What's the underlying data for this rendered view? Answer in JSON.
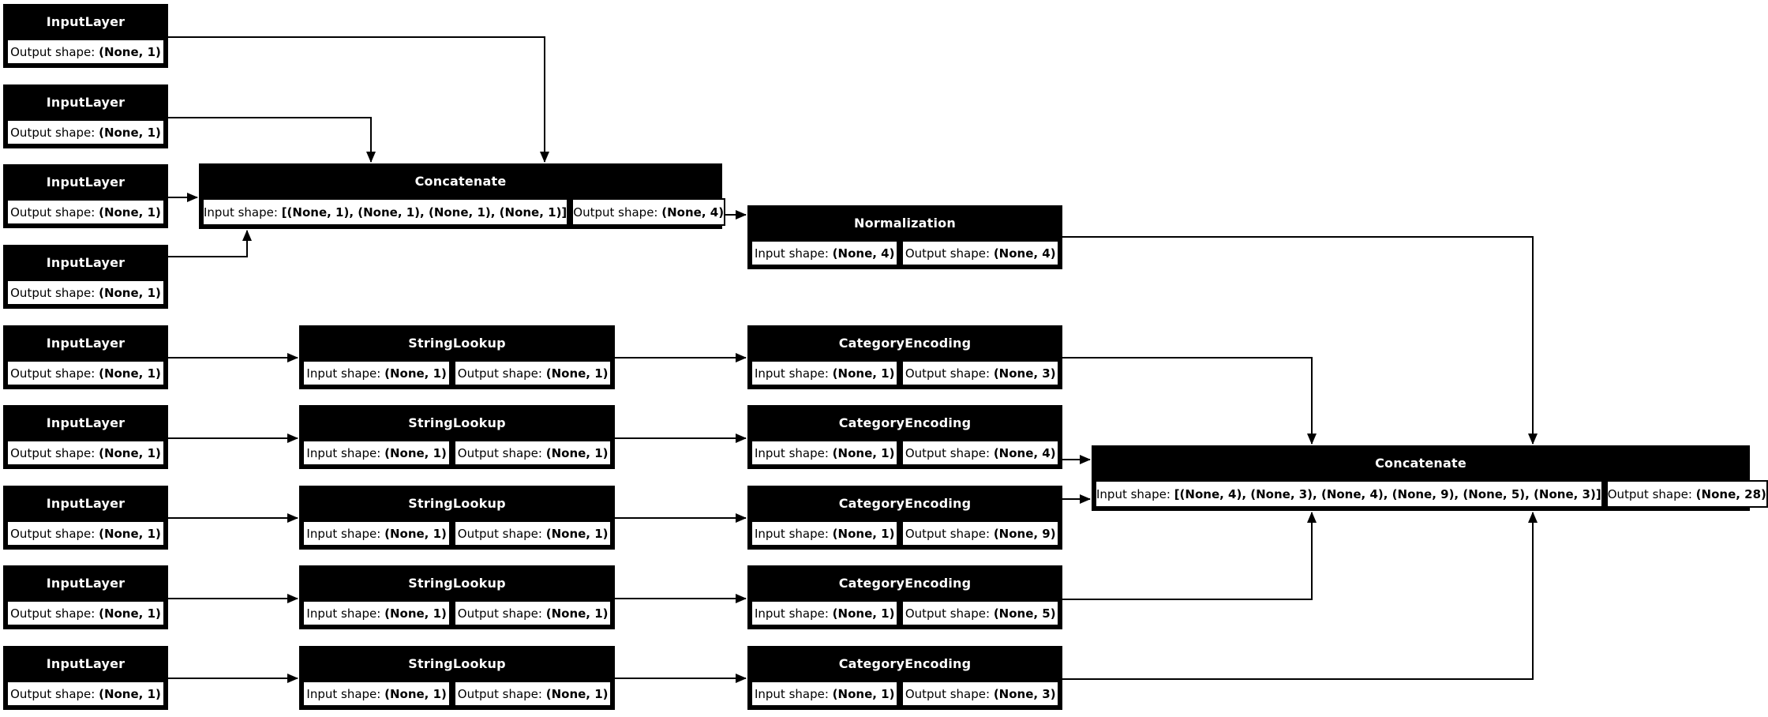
{
  "colors": {
    "background": "#ffffff",
    "node_border": "#000000",
    "title_bg": "#000000",
    "title_text": "#ffffff",
    "cell_bg": "#ffffff",
    "cell_text": "#000000",
    "edge": "#000000"
  },
  "nodes": {
    "il1": {
      "title": "InputLayer",
      "cells": [
        {
          "label": "Output shape: ",
          "value": "(None, 1)"
        }
      ]
    },
    "il2": {
      "title": "InputLayer",
      "cells": [
        {
          "label": "Output shape: ",
          "value": "(None, 1)"
        }
      ]
    },
    "il3": {
      "title": "InputLayer",
      "cells": [
        {
          "label": "Output shape: ",
          "value": "(None, 1)"
        }
      ]
    },
    "il4": {
      "title": "InputLayer",
      "cells": [
        {
          "label": "Output shape: ",
          "value": "(None, 1)"
        }
      ]
    },
    "il5": {
      "title": "InputLayer",
      "cells": [
        {
          "label": "Output shape: ",
          "value": "(None, 1)"
        }
      ]
    },
    "il6": {
      "title": "InputLayer",
      "cells": [
        {
          "label": "Output shape: ",
          "value": "(None, 1)"
        }
      ]
    },
    "il7": {
      "title": "InputLayer",
      "cells": [
        {
          "label": "Output shape: ",
          "value": "(None, 1)"
        }
      ]
    },
    "il8": {
      "title": "InputLayer",
      "cells": [
        {
          "label": "Output shape: ",
          "value": "(None, 1)"
        }
      ]
    },
    "il9": {
      "title": "InputLayer",
      "cells": [
        {
          "label": "Output shape: ",
          "value": "(None, 1)"
        }
      ]
    },
    "concat1": {
      "title": "Concatenate",
      "cells": [
        {
          "label": "Input shape: ",
          "value": "[(None, 1), (None, 1), (None, 1), (None, 1)]"
        },
        {
          "label": "Output shape: ",
          "value": "(None, 4)"
        }
      ]
    },
    "norm": {
      "title": "Normalization",
      "cells": [
        {
          "label": "Input shape: ",
          "value": "(None, 4)"
        },
        {
          "label": "Output shape: ",
          "value": "(None, 4)"
        }
      ]
    },
    "sl5": {
      "title": "StringLookup",
      "cells": [
        {
          "label": "Input shape: ",
          "value": "(None, 1)"
        },
        {
          "label": "Output shape: ",
          "value": "(None, 1)"
        }
      ]
    },
    "sl6": {
      "title": "StringLookup",
      "cells": [
        {
          "label": "Input shape: ",
          "value": "(None, 1)"
        },
        {
          "label": "Output shape: ",
          "value": "(None, 1)"
        }
      ]
    },
    "sl7": {
      "title": "StringLookup",
      "cells": [
        {
          "label": "Input shape: ",
          "value": "(None, 1)"
        },
        {
          "label": "Output shape: ",
          "value": "(None, 1)"
        }
      ]
    },
    "sl8": {
      "title": "StringLookup",
      "cells": [
        {
          "label": "Input shape: ",
          "value": "(None, 1)"
        },
        {
          "label": "Output shape: ",
          "value": "(None, 1)"
        }
      ]
    },
    "sl9": {
      "title": "StringLookup",
      "cells": [
        {
          "label": "Input shape: ",
          "value": "(None, 1)"
        },
        {
          "label": "Output shape: ",
          "value": "(None, 1)"
        }
      ]
    },
    "ce5": {
      "title": "CategoryEncoding",
      "cells": [
        {
          "label": "Input shape: ",
          "value": "(None, 1)"
        },
        {
          "label": "Output shape: ",
          "value": "(None, 3)"
        }
      ]
    },
    "ce6": {
      "title": "CategoryEncoding",
      "cells": [
        {
          "label": "Input shape: ",
          "value": "(None, 1)"
        },
        {
          "label": "Output shape: ",
          "value": "(None, 4)"
        }
      ]
    },
    "ce7": {
      "title": "CategoryEncoding",
      "cells": [
        {
          "label": "Input shape: ",
          "value": "(None, 1)"
        },
        {
          "label": "Output shape: ",
          "value": "(None, 9)"
        }
      ]
    },
    "ce8": {
      "title": "CategoryEncoding",
      "cells": [
        {
          "label": "Input shape: ",
          "value": "(None, 1)"
        },
        {
          "label": "Output shape: ",
          "value": "(None, 5)"
        }
      ]
    },
    "ce9": {
      "title": "CategoryEncoding",
      "cells": [
        {
          "label": "Input shape: ",
          "value": "(None, 1)"
        },
        {
          "label": "Output shape: ",
          "value": "(None, 3)"
        }
      ]
    },
    "concat2": {
      "title": "Concatenate",
      "cells": [
        {
          "label": "Input shape: ",
          "value": "[(None, 4), (None, 3), (None, 4), (None, 9), (None, 5), (None, 3)]"
        },
        {
          "label": "Output shape: ",
          "value": "(None, 28)"
        }
      ]
    }
  },
  "edges": [
    {
      "from": "il1",
      "to": "concat1"
    },
    {
      "from": "il2",
      "to": "concat1"
    },
    {
      "from": "il3",
      "to": "concat1"
    },
    {
      "from": "il4",
      "to": "concat1"
    },
    {
      "from": "concat1",
      "to": "norm"
    },
    {
      "from": "norm",
      "to": "concat2"
    },
    {
      "from": "il5",
      "to": "sl5"
    },
    {
      "from": "sl5",
      "to": "ce5"
    },
    {
      "from": "ce5",
      "to": "concat2"
    },
    {
      "from": "il6",
      "to": "sl6"
    },
    {
      "from": "sl6",
      "to": "ce6"
    },
    {
      "from": "ce6",
      "to": "concat2"
    },
    {
      "from": "il7",
      "to": "sl7"
    },
    {
      "from": "sl7",
      "to": "ce7"
    },
    {
      "from": "ce7",
      "to": "concat2"
    },
    {
      "from": "il8",
      "to": "sl8"
    },
    {
      "from": "sl8",
      "to": "ce8"
    },
    {
      "from": "ce8",
      "to": "concat2"
    },
    {
      "from": "il9",
      "to": "sl9"
    },
    {
      "from": "sl9",
      "to": "ce9"
    },
    {
      "from": "ce9",
      "to": "concat2"
    }
  ]
}
